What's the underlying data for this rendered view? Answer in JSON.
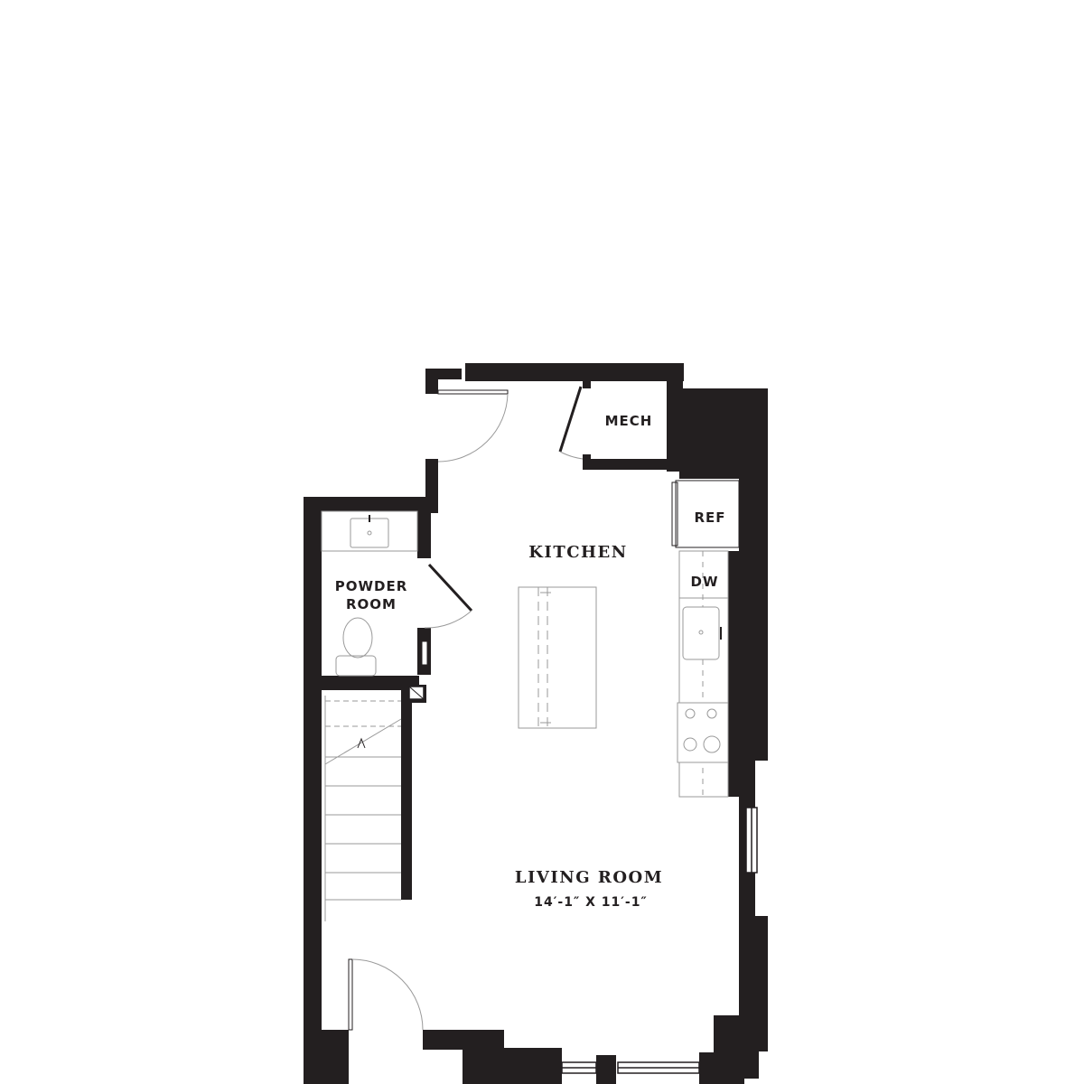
{
  "colors": {
    "wall": "#231f20",
    "line": "#9a9a9a",
    "background": "#ffffff"
  },
  "rooms": {
    "mech": "MECH",
    "ref": "REF",
    "dw": "DW",
    "kitchen": "KITCHEN",
    "powder_room": [
      "POWDER",
      "ROOM"
    ],
    "living_room": "LIVING ROOM",
    "living_room_dims": "14′-1″ X 11′-1″"
  }
}
